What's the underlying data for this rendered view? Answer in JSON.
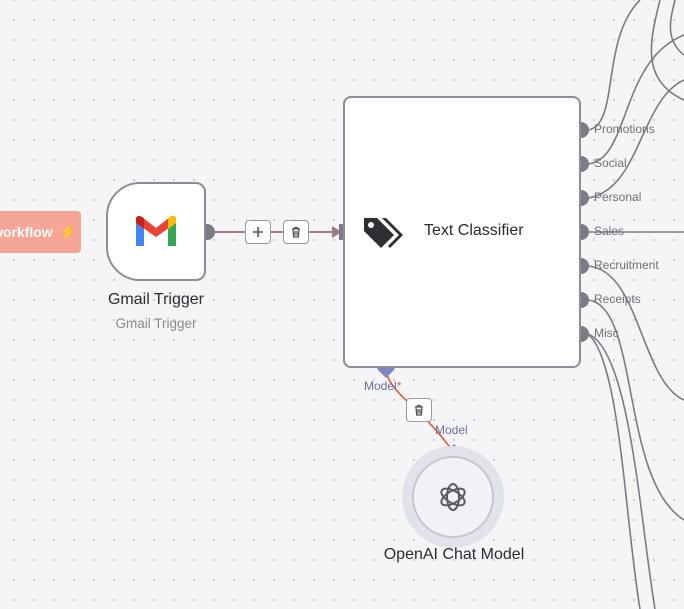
{
  "canvas": {
    "execute_button_label": "workflow",
    "execute_button_icon": "lightning-bolt-icon"
  },
  "gmail_node": {
    "title": "Gmail Trigger",
    "subtitle": "Gmail Trigger",
    "icon": "gmail-icon"
  },
  "connection_toolbar": {
    "add_icon": "plus-icon",
    "delete_icon": "trash-icon"
  },
  "classifier_node": {
    "title": "Text Classifier",
    "icon": "tags-icon",
    "outputs": [
      {
        "label": "Promotions"
      },
      {
        "label": "Social"
      },
      {
        "label": "Personal"
      },
      {
        "label": "Sales"
      },
      {
        "label": "Recruitment"
      },
      {
        "label": "Receipts"
      },
      {
        "label": "Misc"
      }
    ],
    "model_input_label": "Model",
    "model_input_required_mark": "*"
  },
  "model_connection": {
    "delete_icon": "trash-icon"
  },
  "openai_node": {
    "title": "OpenAI Chat Model",
    "output_label": "Model",
    "icon": "openai-icon"
  },
  "colors": {
    "accent_wire": "#9c7f86",
    "model_port": "#7d86c0",
    "node_border": "#8c8c94",
    "execute_button": "#f6a596"
  }
}
